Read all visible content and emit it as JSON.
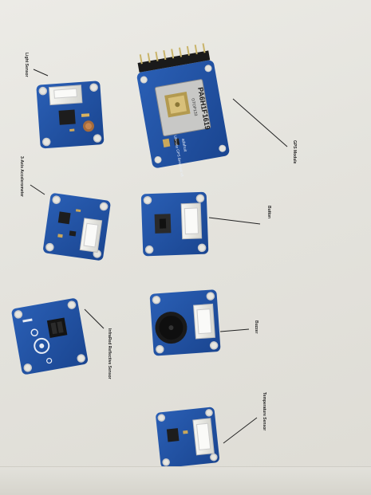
{
  "labels": {
    "light_sensor": "Light Sensor",
    "gps_module": "GPS Module",
    "accelerometer": "3-Axis Accelerometer",
    "button": "Button",
    "infrared_sensor": "InfraRed Reflective Sensor",
    "buzzer": "Buzzer",
    "temperature_sensor": "Temperature Sensor"
  },
  "board_text": {
    "gps_chip": "PA6H1F1619",
    "gps_chip_sub": "GTOP133",
    "gps_brand": "adafruit",
    "gps_name": "Ultimate GPS Breakout v3"
  },
  "colors": {
    "pcb_blue": "#1f4f9e",
    "connector_white": "#eeeeea",
    "header_black": "#1a1a1a"
  }
}
